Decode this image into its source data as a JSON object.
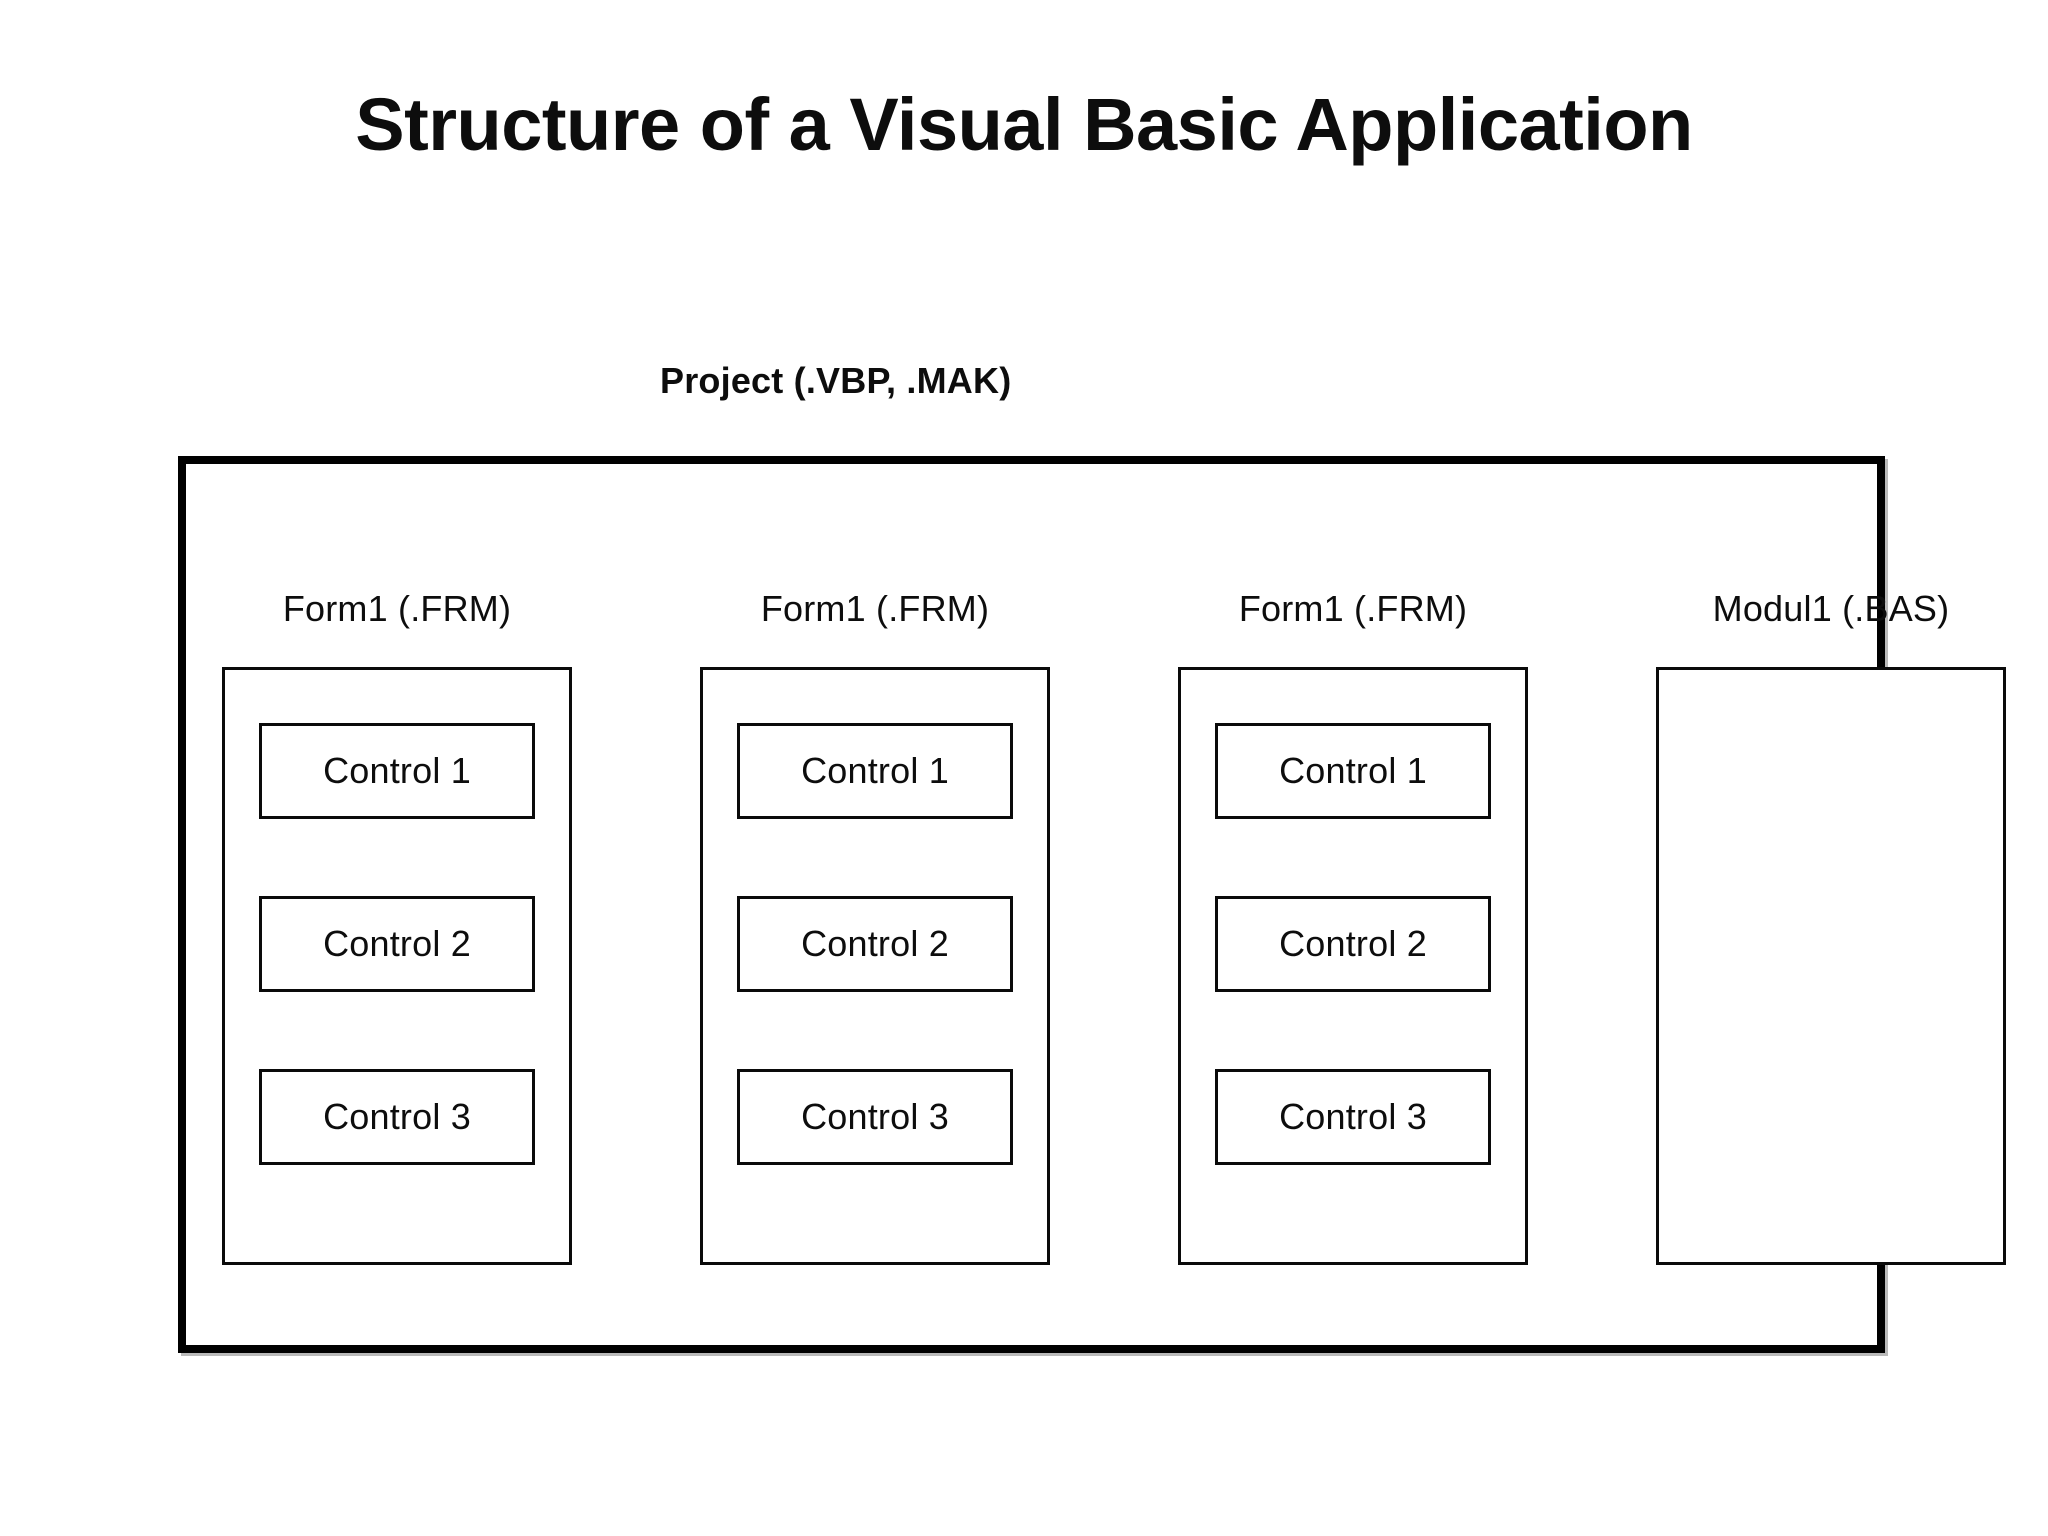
{
  "slide": {
    "title": "Structure of a Visual Basic Application",
    "background_color": "#FFFFFF",
    "text_color": "#0D0D0D",
    "border_color": "#000000"
  },
  "diagram": {
    "project_caption": "Project (.VBP, .MAK)",
    "columns": [
      {
        "label": "Form1 (.FRM)",
        "type": "form",
        "controls": [
          "Control 1",
          "Control 2",
          "Control 3"
        ]
      },
      {
        "label": "Form1 (.FRM)",
        "type": "form",
        "controls": [
          "Control 1",
          "Control 2",
          "Control 3"
        ]
      },
      {
        "label": "Form1 (.FRM)",
        "type": "form",
        "controls": [
          "Control 1",
          "Control 2",
          "Control 3"
        ]
      },
      {
        "label": "Modul1 (.BAS)",
        "type": "module",
        "controls": []
      }
    ]
  }
}
